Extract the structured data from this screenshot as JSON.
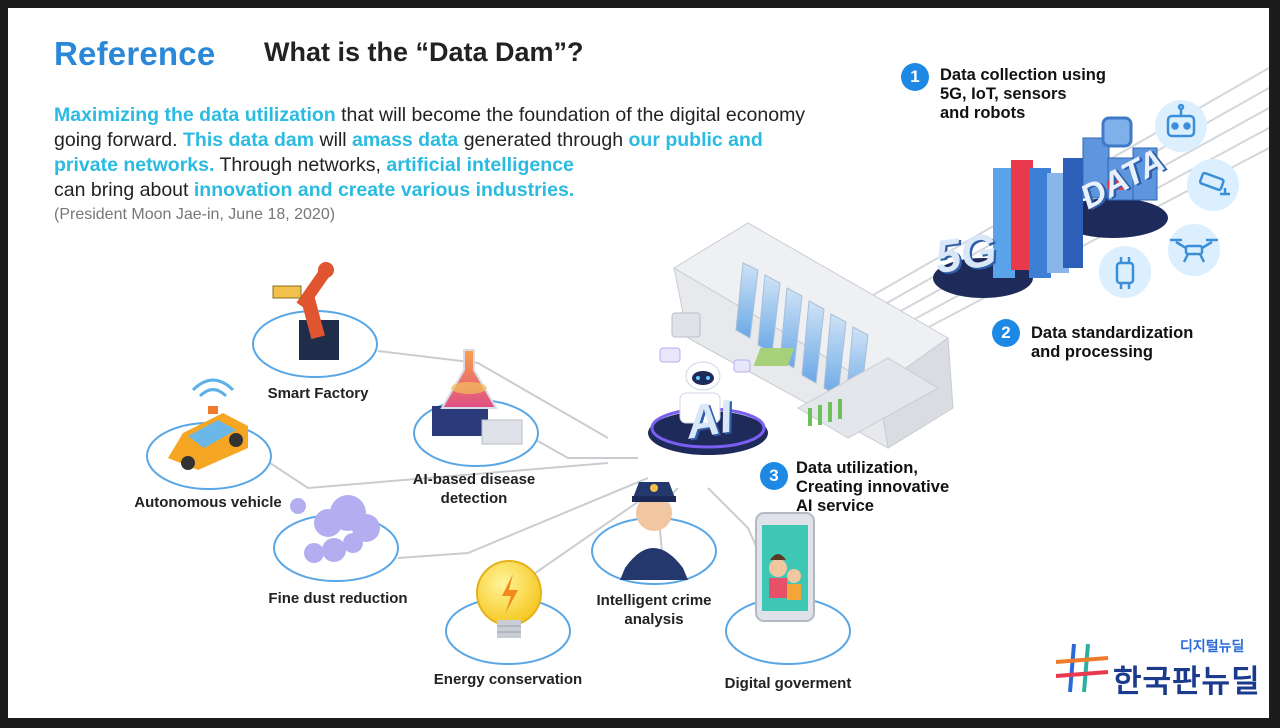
{
  "header": {
    "tag": "Reference",
    "title": "What is the “Data Dam”?"
  },
  "intro": {
    "segments": [
      {
        "text": "Maximizing the data utilization",
        "highlight": true
      },
      {
        "text": " that will become the foundation of the digital economy going forward. ",
        "highlight": false
      },
      {
        "text": "This data dam",
        "highlight": true
      },
      {
        "text": " will ",
        "highlight": false
      },
      {
        "text": "amass data",
        "highlight": true
      },
      {
        "text": " generated through ",
        "highlight": false
      },
      {
        "text": "our public and private networks.",
        "highlight": true
      },
      {
        "text": " Through networks, ",
        "highlight": false
      },
      {
        "text": "artificial intelligence",
        "highlight": true
      },
      {
        "text": " can bring about ",
        "highlight": false
      },
      {
        "text": "innovation and create various industries.",
        "highlight": true
      }
    ],
    "attribution": "(President Moon Jae-in, June 18, 2020)"
  },
  "steps": [
    {
      "num": "1",
      "lines": [
        "Data collection using",
        "5G, IoT, sensors",
        "and robots"
      ]
    },
    {
      "num": "2",
      "lines": [
        "Data standardization",
        "and processing"
      ]
    },
    {
      "num": "3",
      "lines": [
        "Data utilization,",
        "Creating innovative",
        "AI service"
      ]
    }
  ],
  "applications": [
    {
      "lines": [
        "Smart Factory"
      ]
    },
    {
      "lines": [
        "Autonomous vehicle"
      ]
    },
    {
      "lines": [
        "AI-based disease",
        "detection"
      ]
    },
    {
      "lines": [
        "Fine dust reduction"
      ]
    },
    {
      "lines": [
        "Energy conservation"
      ]
    },
    {
      "lines": [
        "Intelligent crime",
        "analysis"
      ]
    },
    {
      "lines": [
        "Digital goverment"
      ]
    }
  ],
  "illustration": {
    "ai_text": "AI",
    "fiveg_text": "5G",
    "data_text": "DATA"
  },
  "logo": {
    "sub": "디지털뉴딜",
    "main": "한국판뉴딜"
  },
  "colors": {
    "accent": "#2bbbe0",
    "blue": "#2b88d8",
    "step": "#1e88e5",
    "ring": "#5aa7e6"
  }
}
